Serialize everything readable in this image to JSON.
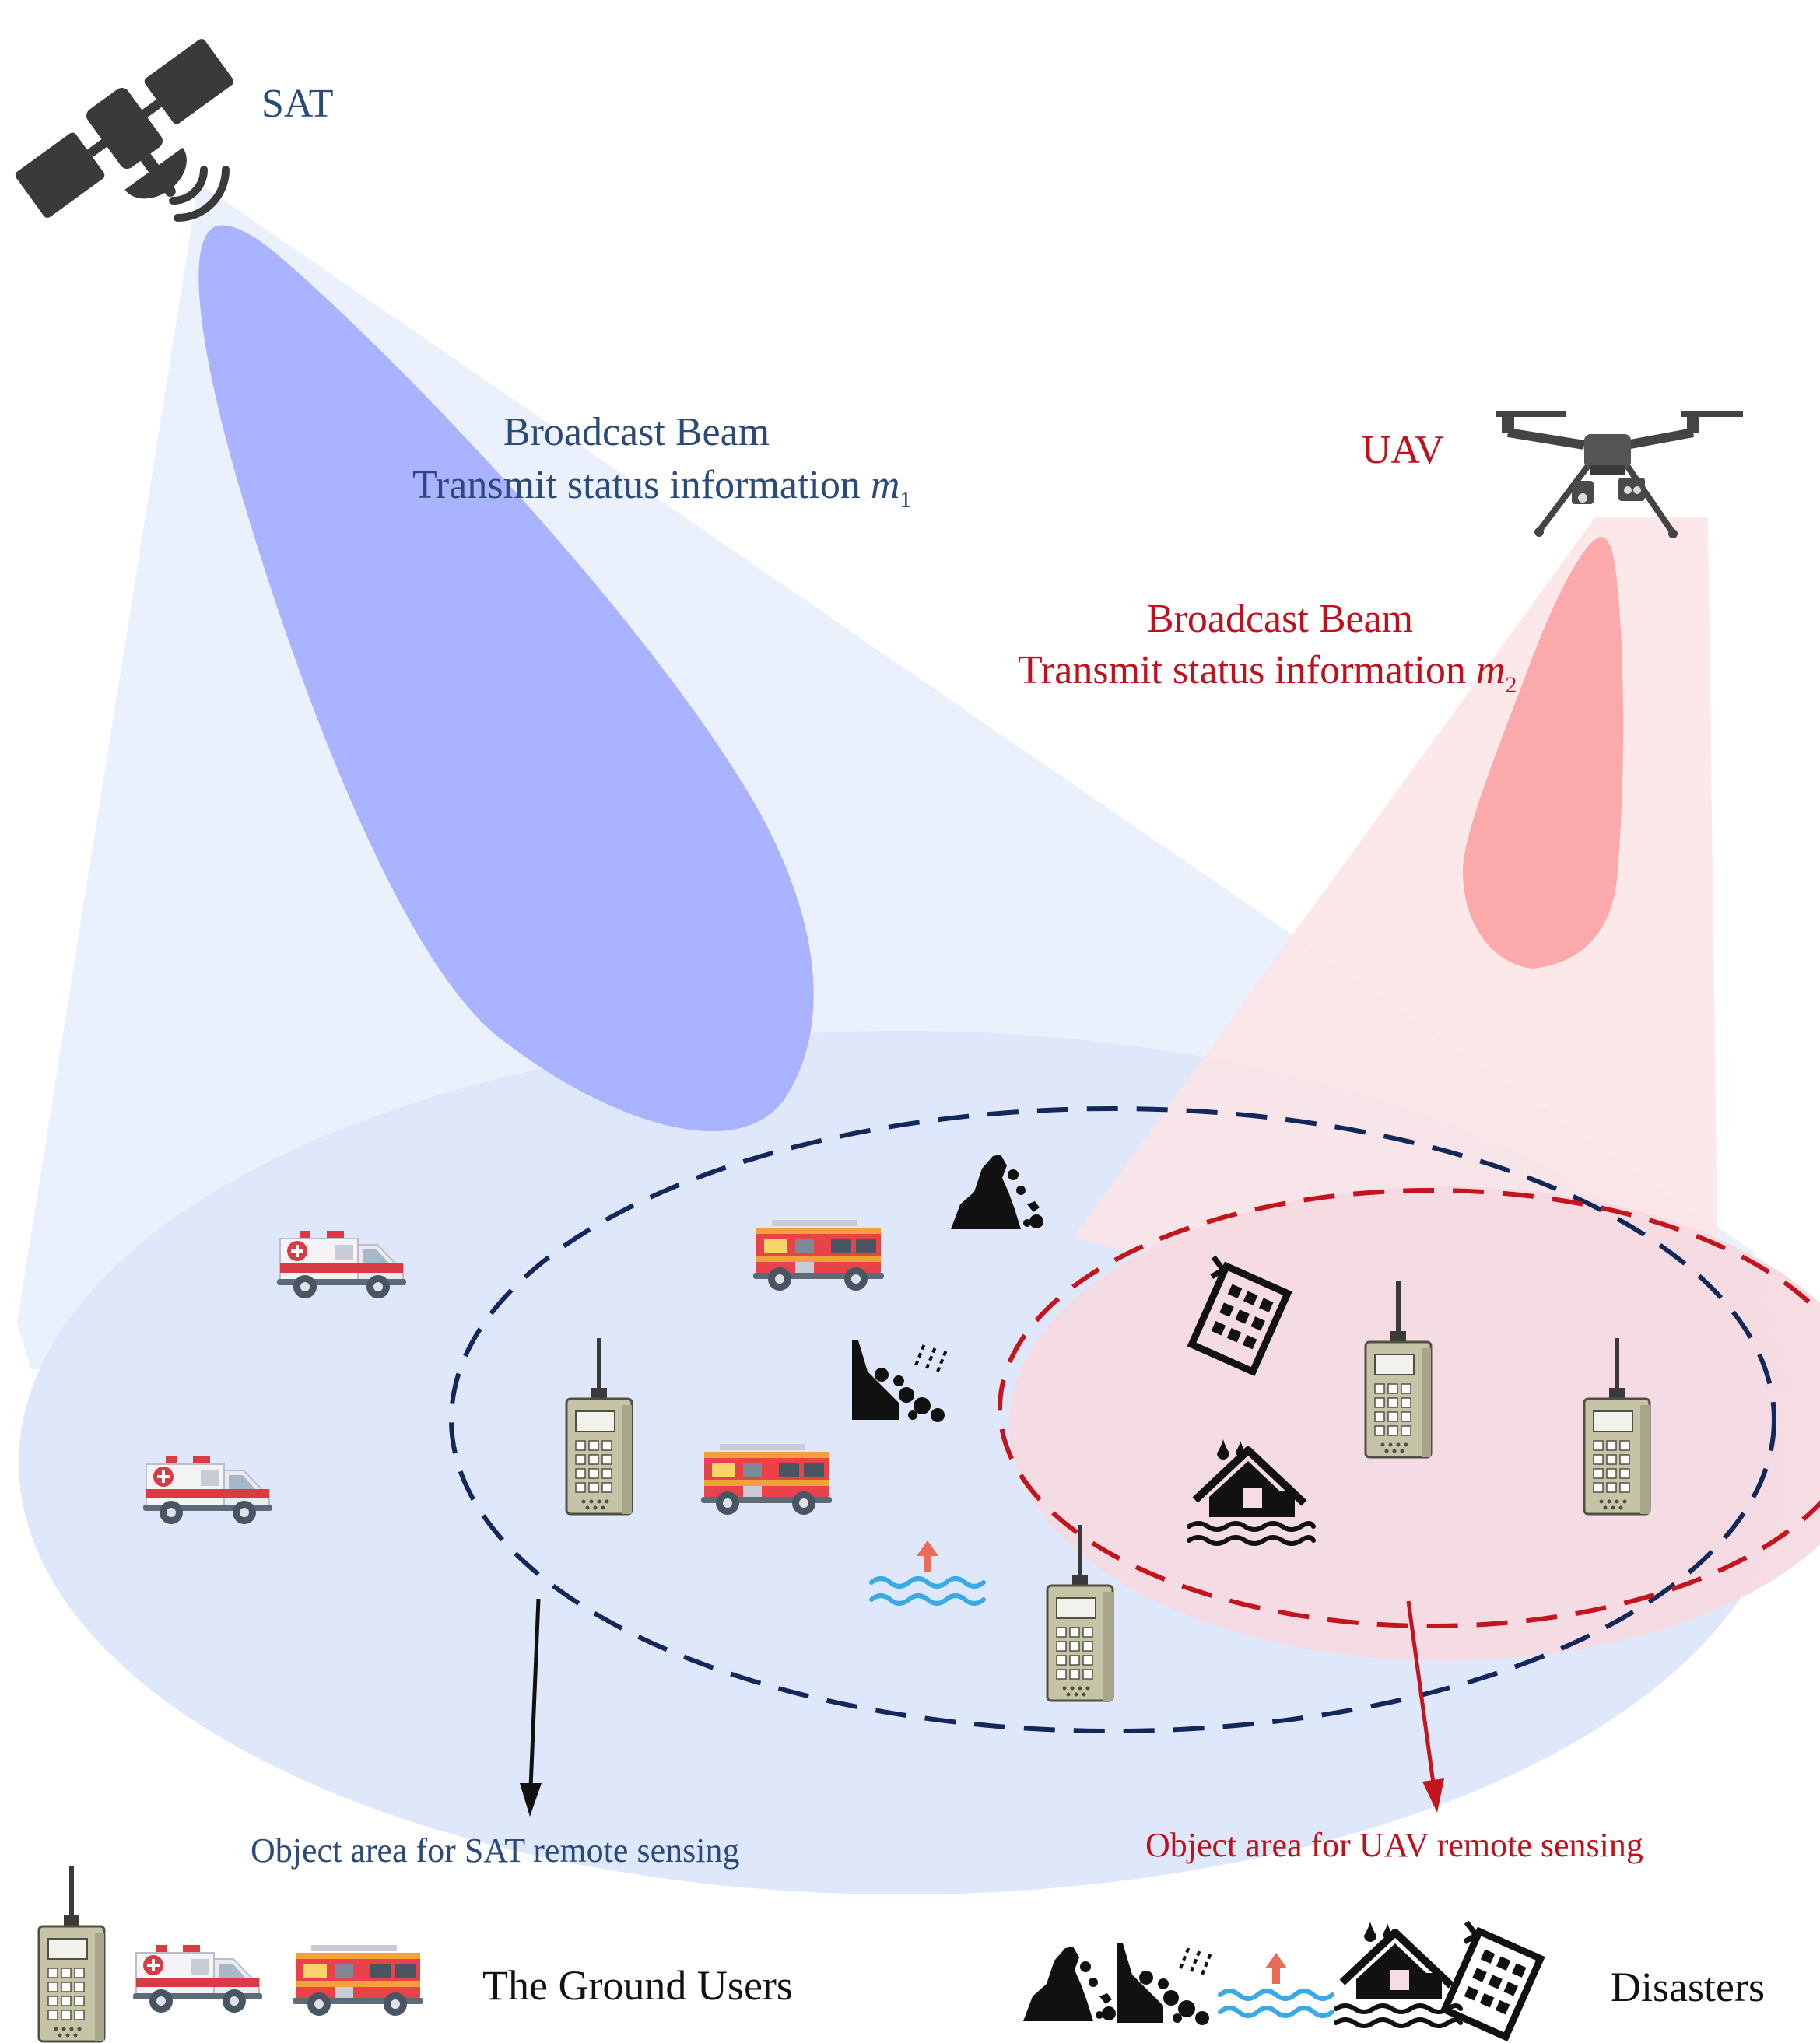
{
  "sat": {
    "label": "SAT",
    "beam_line1": "Broadcast Beam",
    "beam_line2": "Transmit status information ",
    "beam_var": "m",
    "beam_sub": "1"
  },
  "uav": {
    "label": "UAV",
    "beam_line1": "Broadcast Beam",
    "beam_line2": "Transmit status information ",
    "beam_var": "m",
    "beam_sub": "2"
  },
  "areas": {
    "sat_area": "Object area for SAT remote sensing",
    "uav_area": "Object area for UAV remote sensing"
  },
  "legend": {
    "ground_users": "The Ground Users",
    "disasters": "Disasters"
  },
  "icons": {
    "satellite": "satellite-icon",
    "drone": "drone-icon",
    "radio": "walkie-talkie-icon",
    "ambulance": "ambulance-icon",
    "fire_truck": "fire-truck-icon",
    "landslide": "landslide-icon",
    "rockfall": "rockfall-rain-icon",
    "flood_rise": "water-rise-icon",
    "flooded_house": "flooded-house-icon",
    "collapsed_building": "collapsed-building-icon"
  },
  "colors": {
    "sat_text": "#2b4a7a",
    "uav_text": "#c0101c",
    "sat_beam": "#a7b2ff",
    "sat_cone": "#e4ecfc",
    "uav_beam": "#fba9ad",
    "uav_cone": "#fde0e1",
    "sat_dash": "#13285a",
    "uav_dash": "#c4141d"
  }
}
